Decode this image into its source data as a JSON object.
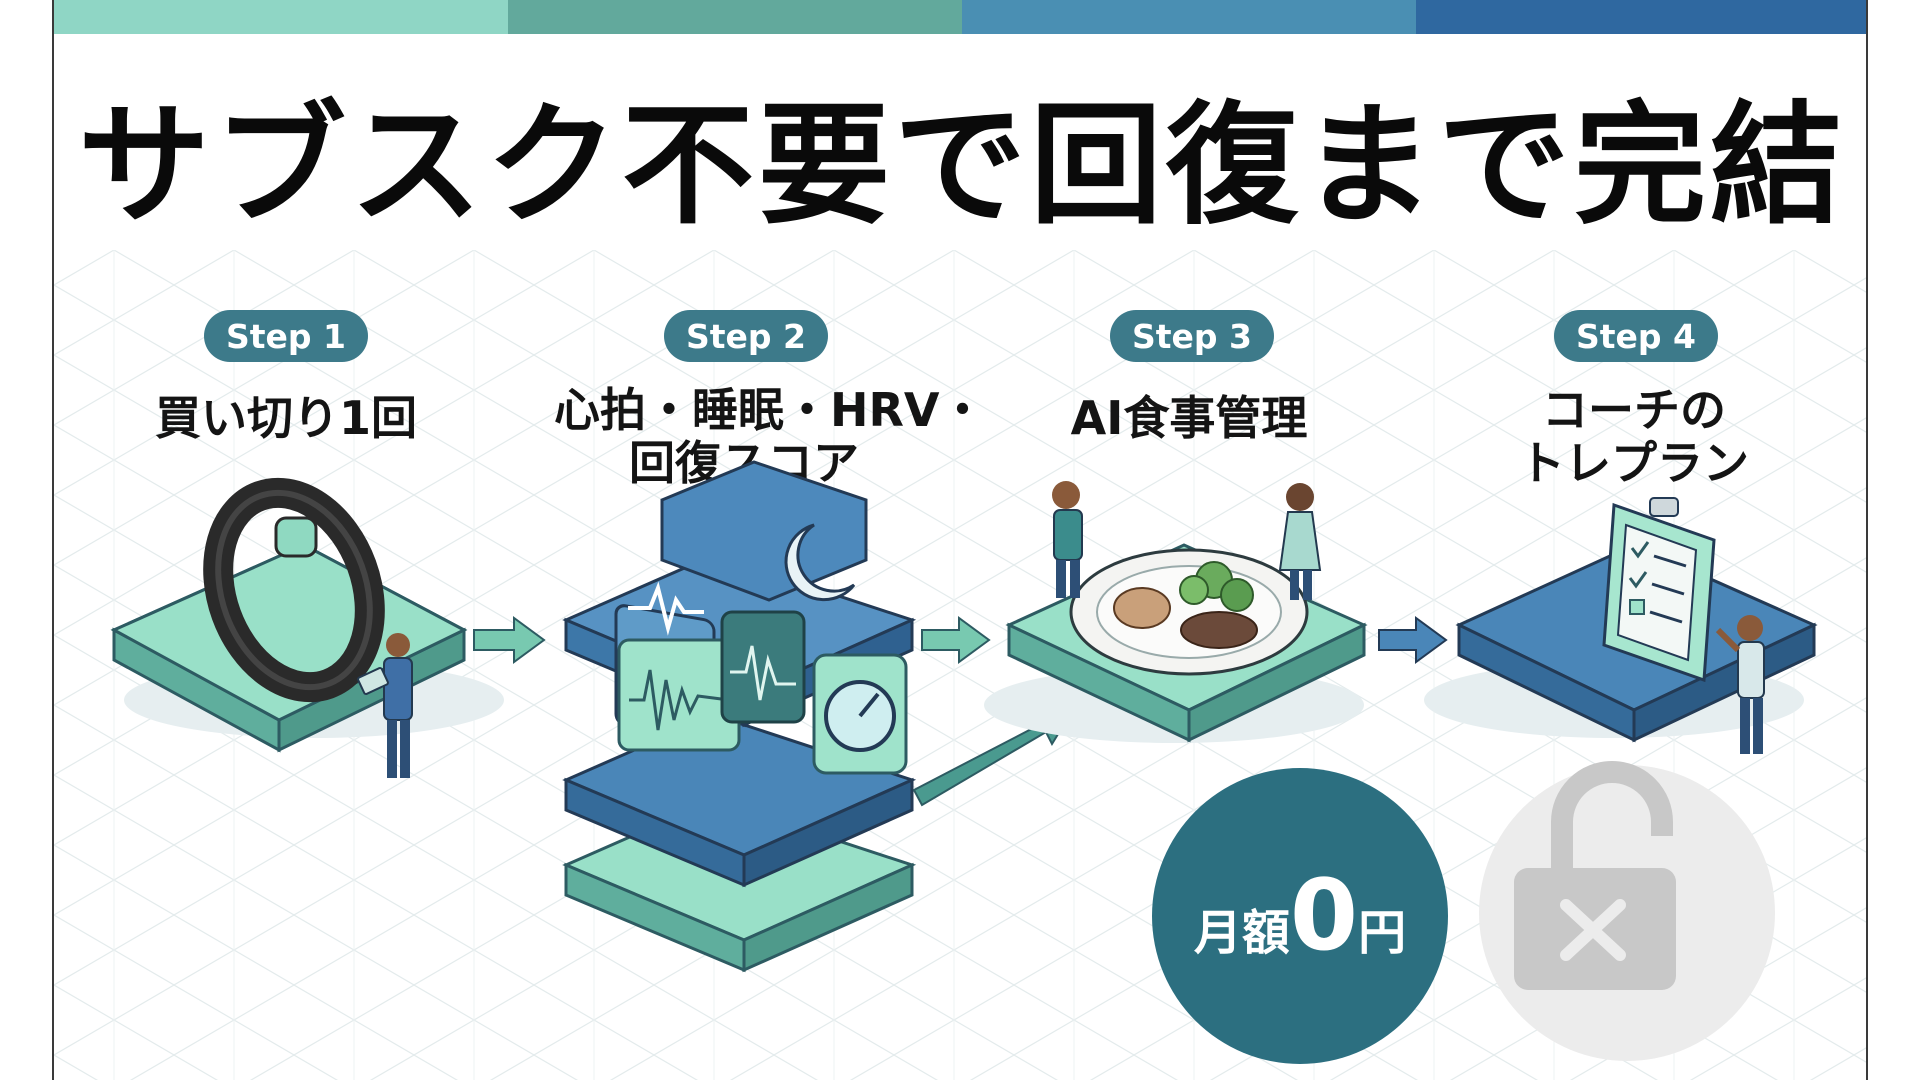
{
  "title": "サブスク不要で回復まで完結",
  "colors": {
    "topbar": [
      "#8fd6c5",
      "#62a99c",
      "#4a8fb3",
      "#2f68a0"
    ],
    "badge": "#3d7a8a",
    "mint": "#8fdcc2",
    "blue": "#4a86b8",
    "teal_dark": "#2c6f80"
  },
  "steps": [
    {
      "badge": "Step 1",
      "label_lines": [
        "買い切り1回"
      ],
      "icon": "smart-ring"
    },
    {
      "badge": "Step 2",
      "label_lines": [
        "心拍・睡眠・HRV・",
        "回復スコア"
      ],
      "icon": "data-tower"
    },
    {
      "badge": "Step 3",
      "label_lines": [
        "AI食事管理"
      ],
      "icon": "meal-plate"
    },
    {
      "badge": "Step 4",
      "label_lines": [
        "コーチの",
        "トレプラン"
      ],
      "icon": "clipboard-checklist"
    }
  ],
  "price": {
    "prefix": "月額",
    "amount": "0",
    "unit": "円"
  },
  "lock_icon": "unlocked-padlock-x"
}
